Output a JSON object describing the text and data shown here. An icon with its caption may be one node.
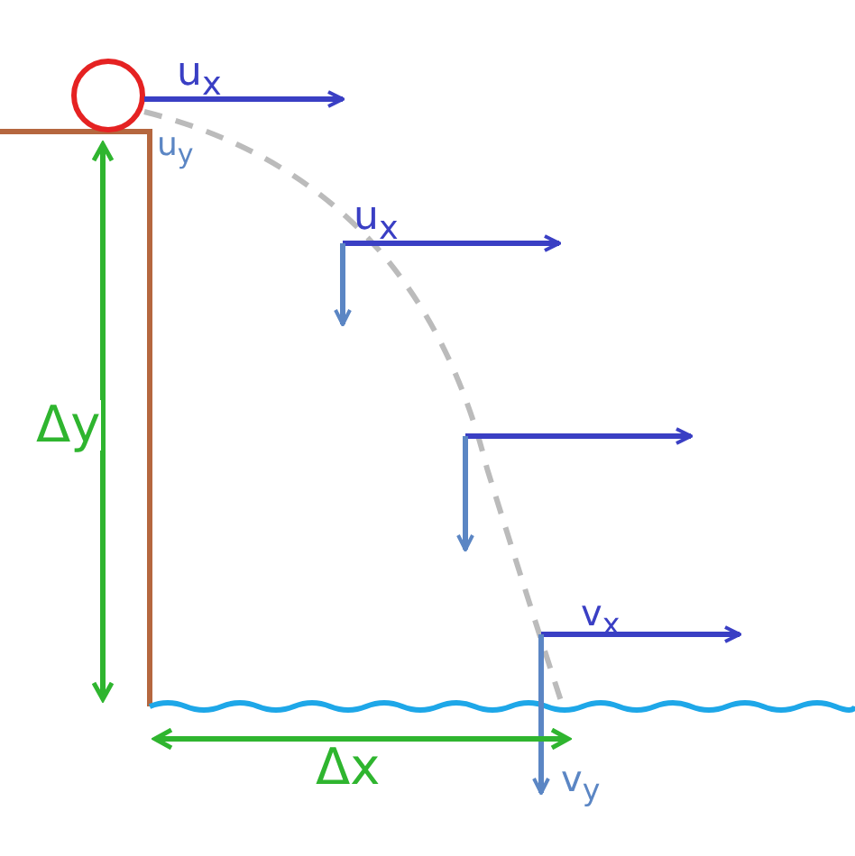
{
  "diagram": {
    "labels": [
      "u$_{x}$",
      "u$_{y}$",
      "u$_{x}$",
      "v$_{x}$",
      "v$_{y}$",
      "Δy",
      "Δx"
    ]
  }
}
